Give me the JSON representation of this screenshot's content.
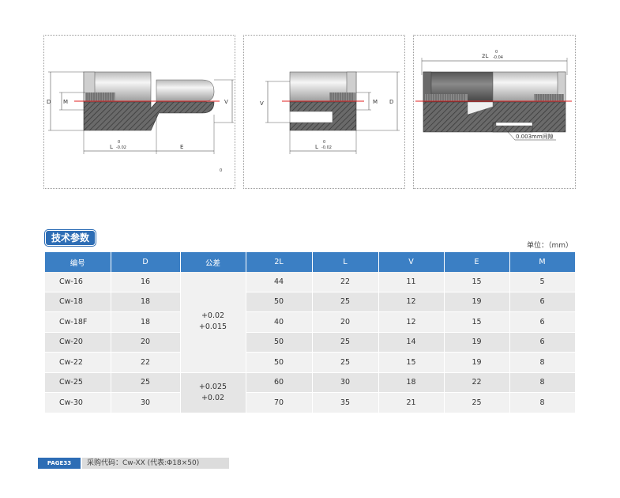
{
  "drawings": {
    "left": {
      "label_D": "D",
      "label_M": "M",
      "label_V": "V",
      "label_L": "L",
      "label_L_tol_upper": "0",
      "label_L_tol_lower": "-0.02",
      "label_E": "E",
      "corner_mark": "0"
    },
    "middle": {
      "label_V": "V",
      "label_M": "M",
      "label_D": "D",
      "label_L": "L",
      "label_L_tol_upper": "0",
      "label_L_tol_lower": "-0.02"
    },
    "right": {
      "label_2L": "2L",
      "label_2L_tol_upper": "0",
      "label_2L_tol_lower": "-0.04",
      "gap_note": "0.003mm间隙"
    }
  },
  "section": {
    "title": "技术参数",
    "unit": "单位：（mm）"
  },
  "table": {
    "headers": [
      "编号",
      "D",
      "公差",
      "2L",
      "L",
      "V",
      "E",
      "M"
    ],
    "rows": [
      {
        "code": "Cw-16",
        "D": "16",
        "L2": "44",
        "L": "22",
        "V": "11",
        "E": "15",
        "M": "5"
      },
      {
        "code": "Cw-18",
        "D": "18",
        "L2": "50",
        "L": "25",
        "V": "12",
        "E": "19",
        "M": "6"
      },
      {
        "code": "Cw-18F",
        "D": "18",
        "L2": "40",
        "L": "20",
        "V": "12",
        "E": "15",
        "M": "6"
      },
      {
        "code": "Cw-20",
        "D": "20",
        "L2": "50",
        "L": "25",
        "V": "14",
        "E": "19",
        "M": "6"
      },
      {
        "code": "Cw-22",
        "D": "22",
        "L2": "50",
        "L": "25",
        "V": "15",
        "E": "19",
        "M": "8"
      },
      {
        "code": "Cw-25",
        "D": "25",
        "L2": "60",
        "L": "30",
        "V": "18",
        "E": "22",
        "M": "8"
      },
      {
        "code": "Cw-30",
        "D": "30",
        "L2": "70",
        "L": "35",
        "V": "21",
        "E": "25",
        "M": "8"
      }
    ],
    "tolerance_groups": [
      {
        "line1": "+0.02",
        "line2": "+0.015"
      },
      {
        "line1": "+0.025",
        "line2": "+0.02"
      }
    ]
  },
  "footer": {
    "page_label": "PAGE33",
    "purchase_code": "采购代码：Cw-XX (代表:Φ18×50)"
  },
  "colors": {
    "brand_blue": "#2d6db5",
    "header_blue": "#3b7fc4",
    "hatch_gray": "#5a5a5a",
    "center_line_red": "#e02020"
  }
}
